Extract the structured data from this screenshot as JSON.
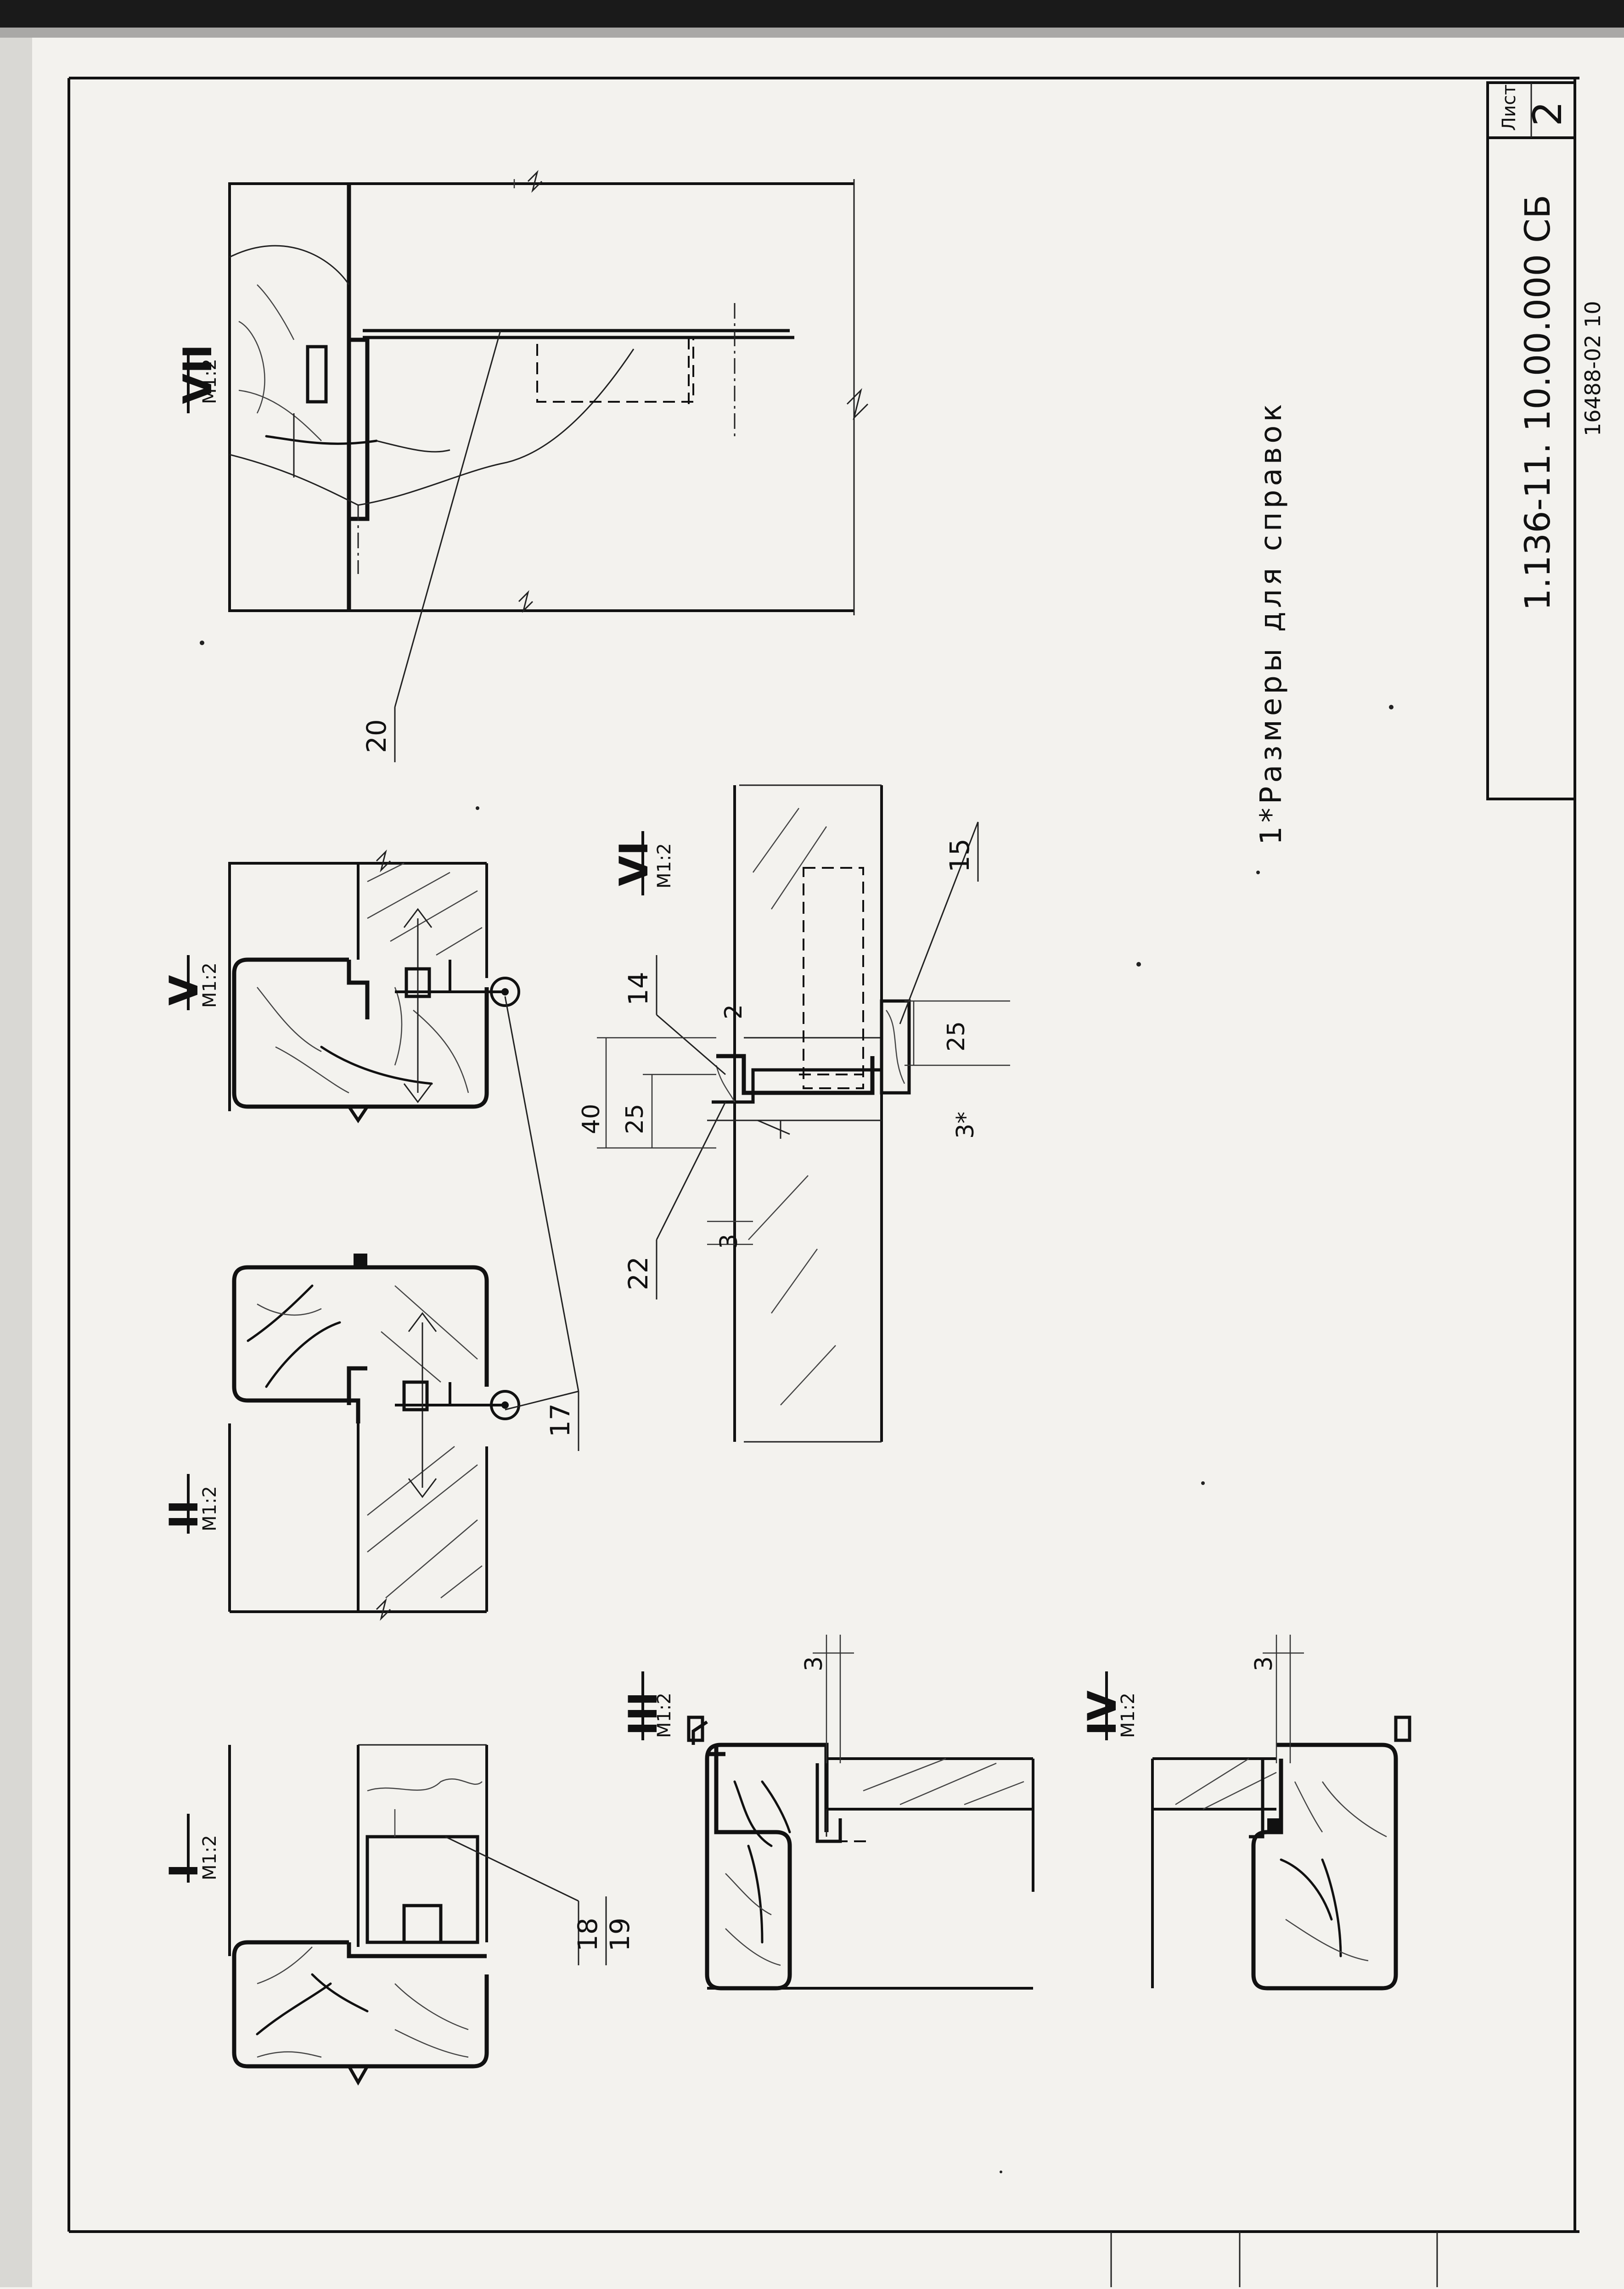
{
  "title_block": {
    "sheet_label": "Лист",
    "sheet_number": "2",
    "document_code": "1.136-11. 10.00.000 СБ",
    "footer_fragment": "16488-02 10"
  },
  "note": {
    "text": "1*Размеры для справок"
  },
  "views": [
    {
      "id": "VII",
      "scale": "М1:2"
    },
    {
      "id": "V",
      "scale": "М1:2"
    },
    {
      "id": "II",
      "scale": "М1:2"
    },
    {
      "id": "I",
      "scale": "М1:2"
    },
    {
      "id": "VI",
      "scale": "М1:2"
    },
    {
      "id": "III",
      "scale": "М1:2"
    },
    {
      "id": "IV",
      "scale": "М1:2"
    }
  ],
  "callouts": {
    "c20": "20",
    "c17": "17",
    "c14": "14",
    "c15": "15",
    "c22": "22",
    "c18": "18",
    "c19": "19"
  },
  "dimensions": {
    "d40": "40",
    "d25a": "25",
    "d25b": "25",
    "d3a": "3",
    "d3b": "3",
    "d3c": "3",
    "d2": "2",
    "d3star": "3*"
  }
}
